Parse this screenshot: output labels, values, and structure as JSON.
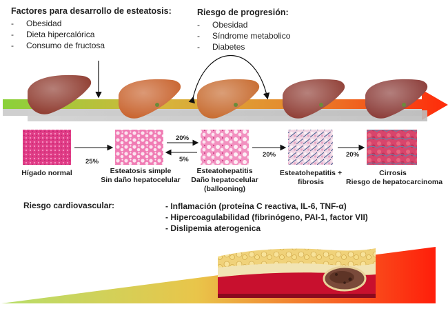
{
  "risk_factors": {
    "title": "Factores para desarrollo de esteatosis:",
    "items": [
      "Obesidad",
      "Dieta hipercalórica",
      "Consumo de fructosa"
    ]
  },
  "progression_risk": {
    "title": "Riesgo de progresión:",
    "items": [
      "Obesidad",
      "Síndrome metabolico",
      "Diabetes"
    ]
  },
  "bullet": "-",
  "stages": [
    {
      "label_lines": [
        "Hígado normal"
      ],
      "liver_color": "#8e3a2e",
      "tissue": "normal"
    },
    {
      "label_lines": [
        "Esteatosis simple",
        "Sin daño hepatocelular"
      ],
      "liver_color": "#c8622c",
      "tissue": "steatosis"
    },
    {
      "label_lines": [
        "Esteatohepatitis",
        "Daño hepatocelular",
        "(ballooning)"
      ],
      "liver_color": "#c76a2e",
      "tissue": "nash"
    },
    {
      "label_lines": [
        "Esteatohepatitis +",
        "fibrosis"
      ],
      "liver_color": "#8f3d34",
      "tissue": "fibrosis"
    },
    {
      "label_lines": [
        "Cirrosis",
        "Riesgo de hepatocarcinoma"
      ],
      "liver_color": "#8a3a36",
      "tissue": "cirrhosis"
    }
  ],
  "transitions": {
    "normal_to_steatosis": "25%",
    "steatosis_to_nash": "20%",
    "nash_to_steatosis": "5%",
    "nash_to_fibrosis": "20%",
    "fibrosis_to_cirrhosis": "20%"
  },
  "cardiovascular": {
    "title": "Riesgo cardiovascular:",
    "items": [
      "- Inflamación (proteína C reactiva, IL-6, TNF-α)",
      "- Hipercoagulabilidad (fibrinógeno, PAI-1, factor VII)",
      "- Dislipemia aterogenica"
    ]
  },
  "colors": {
    "arrow_start": "#8ad13a",
    "arrow_mid": "#e2a93a",
    "arrow_end": "#ff2a0a",
    "wedge_start": "#9bd24a",
    "wedge_end": "#ff1e0a"
  }
}
